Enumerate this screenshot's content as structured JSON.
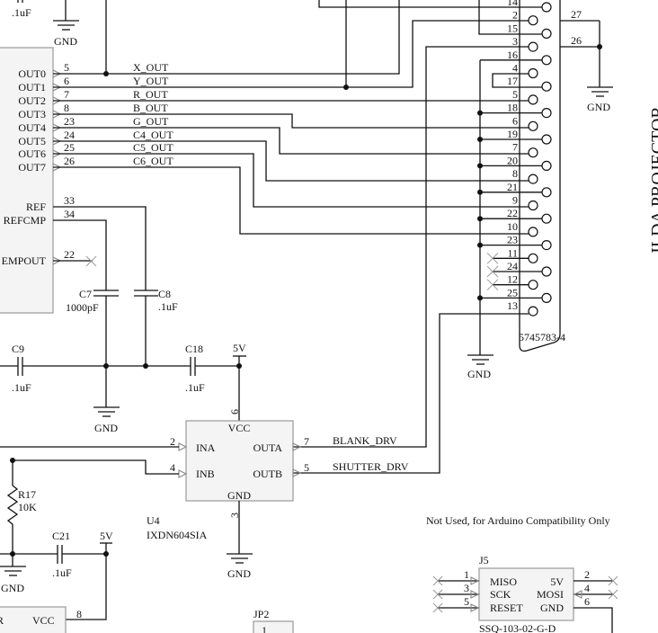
{
  "colors": {
    "wire": "#111111",
    "component_fill": "#f4f4f4",
    "component_border": "#999999",
    "background": "#ffffff"
  },
  "top": {
    "cap_value": ".1uF",
    "gnd": "GND"
  },
  "dac": {
    "pins": [
      {
        "name": "OUT0",
        "num": "5",
        "net": "X_OUT"
      },
      {
        "name": "OUT1",
        "num": "6",
        "net": "Y_OUT"
      },
      {
        "name": "OUT2",
        "num": "7",
        "net": "R_OUT"
      },
      {
        "name": "OUT3",
        "num": "8",
        "net": "B_OUT"
      },
      {
        "name": "OUT4",
        "num": "23",
        "net": "G_OUT"
      },
      {
        "name": "OUT5",
        "num": "24",
        "net": "C4_OUT"
      },
      {
        "name": "OUT6",
        "num": "25",
        "net": "C5_OUT"
      },
      {
        "name": "OUT7",
        "num": "26",
        "net": "C6_OUT"
      },
      {
        "name": "REF",
        "num": "33"
      },
      {
        "name": "REFCMP",
        "num": "34"
      },
      {
        "name": "EMPOUT",
        "num": "22"
      }
    ],
    "bottom_ic": {
      "pin_left": "R",
      "pin_vcc": "VCC",
      "pin_num": "8"
    }
  },
  "caps": {
    "c7": {
      "ref": "C7",
      "value": "1000pF"
    },
    "c8": {
      "ref": "C8",
      "value": ".1uF"
    },
    "c9": {
      "ref": "C9",
      "value": ".1uF"
    },
    "c18": {
      "ref": "C18",
      "value": ".1uF"
    },
    "c21": {
      "ref": "C21",
      "value": ".1uF"
    }
  },
  "r17": {
    "ref": "R17",
    "value": "10K"
  },
  "power": {
    "v5": "5V",
    "gnd": "GND"
  },
  "u4": {
    "ref": "U4",
    "part": "IXDN604SIA",
    "vcc": "VCC",
    "gnd": "GND",
    "ina": "INA",
    "inb": "INB",
    "outa": "OUTA",
    "outb": "OUTB",
    "pin_vcc": "6",
    "pin_gnd": "3",
    "pin_ina": "2",
    "pin_inb": "4",
    "pin_outa": "7",
    "pin_outb": "5",
    "net_outa": "BLANK_DRV",
    "net_outb": "SHUTTER_DRV"
  },
  "connector": {
    "part": "5745783-4",
    "title": "ILDA PROJECTOR",
    "pins": [
      "14",
      "2",
      "15",
      "3",
      "16",
      "4",
      "17",
      "5",
      "18",
      "6",
      "19",
      "7",
      "20",
      "8",
      "21",
      "9",
      "22",
      "10",
      "23",
      "11",
      "24",
      "12",
      "25",
      "13"
    ],
    "shield_pins": [
      "27",
      "26"
    ]
  },
  "note": "Not Used, for Arduino Compatibility Only",
  "j5": {
    "ref": "J5",
    "part": "SSQ-103-02-G-D",
    "left": [
      {
        "num": "1",
        "name": "MISO"
      },
      {
        "num": "3",
        "name": "SCK"
      },
      {
        "num": "5",
        "name": "RESET"
      }
    ],
    "right": [
      {
        "num": "2",
        "name": "5V"
      },
      {
        "num": "4",
        "name": "MOSI"
      },
      {
        "num": "6",
        "name": "GND"
      }
    ]
  },
  "jp2": {
    "ref": "JP2",
    "pin": "1"
  }
}
